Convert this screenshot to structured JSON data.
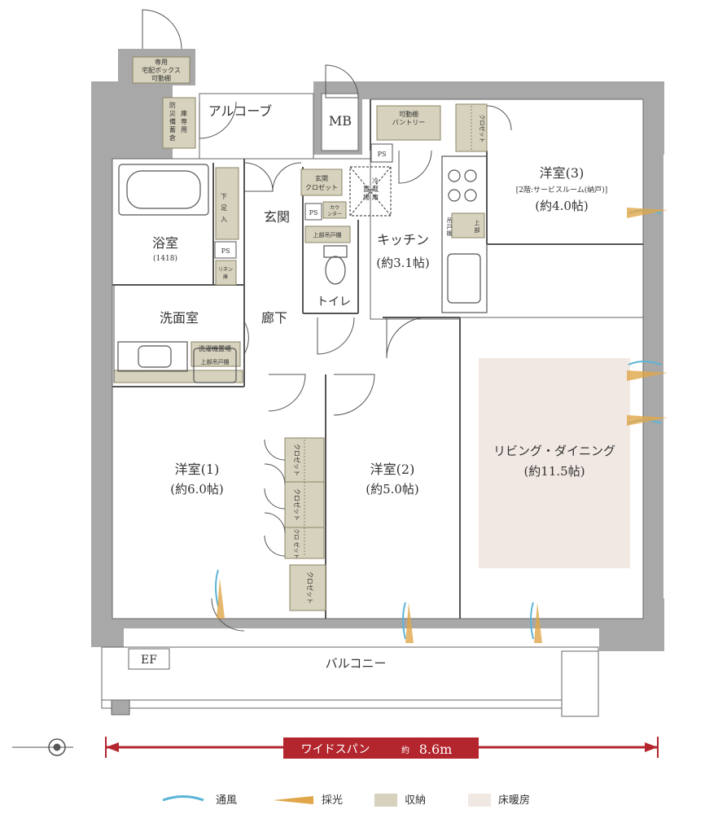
{
  "colors": {
    "wall": "#a8a8a8",
    "wall_dark": "#8f8f8f",
    "storage": "#d6d2bd",
    "storage_line": "#8c8566",
    "floor_heating": "#f1e8e4",
    "ventilation": "#5bb4d6",
    "daylight": "#e0a64a",
    "span_bar": "#b3262e",
    "line": "#555555"
  },
  "rooms": {
    "alcove": "アルコーブ",
    "mb": "MB",
    "delivery_box": [
      "専用",
      "宅配ボックス",
      "可動棚"
    ],
    "disaster_storage": [
      "防",
      "災",
      "備",
      "蓄",
      "倉",
      "庫",
      "専",
      "用"
    ],
    "movable_pantry": [
      "可動棚",
      "パントリー"
    ],
    "closet_top": "クロゼット",
    "western3_name": "洋室(3)",
    "western3_note": "[2階:サービスルーム(納戸)]",
    "western3_size": "(約4.0帖)",
    "fridge": [
      "冷",
      "蔵",
      "庫",
      "置",
      "場"
    ],
    "entrance_closet": [
      "玄関",
      "クロゼット"
    ],
    "shoe_box": [
      "下",
      "足",
      "入"
    ],
    "entrance": "玄関",
    "ps1": "PS",
    "ps2": "PS",
    "ps3": "PS",
    "counter": [
      "カウ",
      "ンター"
    ],
    "upper_shelf_toilet": "上部吊戸棚",
    "hanging_shelf": [
      "吊",
      "戸",
      "棚"
    ],
    "upper_kitchen": [
      "上",
      "部"
    ],
    "kitchen_name": "キッチン",
    "kitchen_size": "(約3.1帖)",
    "bath_name": "浴室",
    "bath_size": "(1418)",
    "linen": [
      "リネン",
      "庫"
    ],
    "toilet": "トイレ",
    "washroom": "洗面室",
    "corridor": "廊下",
    "washer": "洗濯機置場",
    "upper_shelf_wash": "上部吊戸棚",
    "western1_name": "洋室(1)",
    "western1_size": "(約6.0帖)",
    "western2_name": "洋室(2)",
    "western2_size": "(約5.0帖)",
    "closet_w1": [
      "クロゼット",
      "クロゼット",
      "クロ\nゼット"
    ],
    "closet_w2": "クロゼット",
    "living_name": "リビング・ダイニング",
    "living_size": "(約11.5帖)",
    "ef": "EF",
    "balcony": "バルコニー"
  },
  "span": {
    "label": "ワイドスパン",
    "prefix": "約",
    "value": "8.6m"
  },
  "legend": [
    {
      "key": "ventilation",
      "label": "通風"
    },
    {
      "key": "daylight",
      "label": "採光"
    },
    {
      "key": "storage",
      "label": "収納"
    },
    {
      "key": "floor_heating",
      "label": "床暖房"
    }
  ]
}
